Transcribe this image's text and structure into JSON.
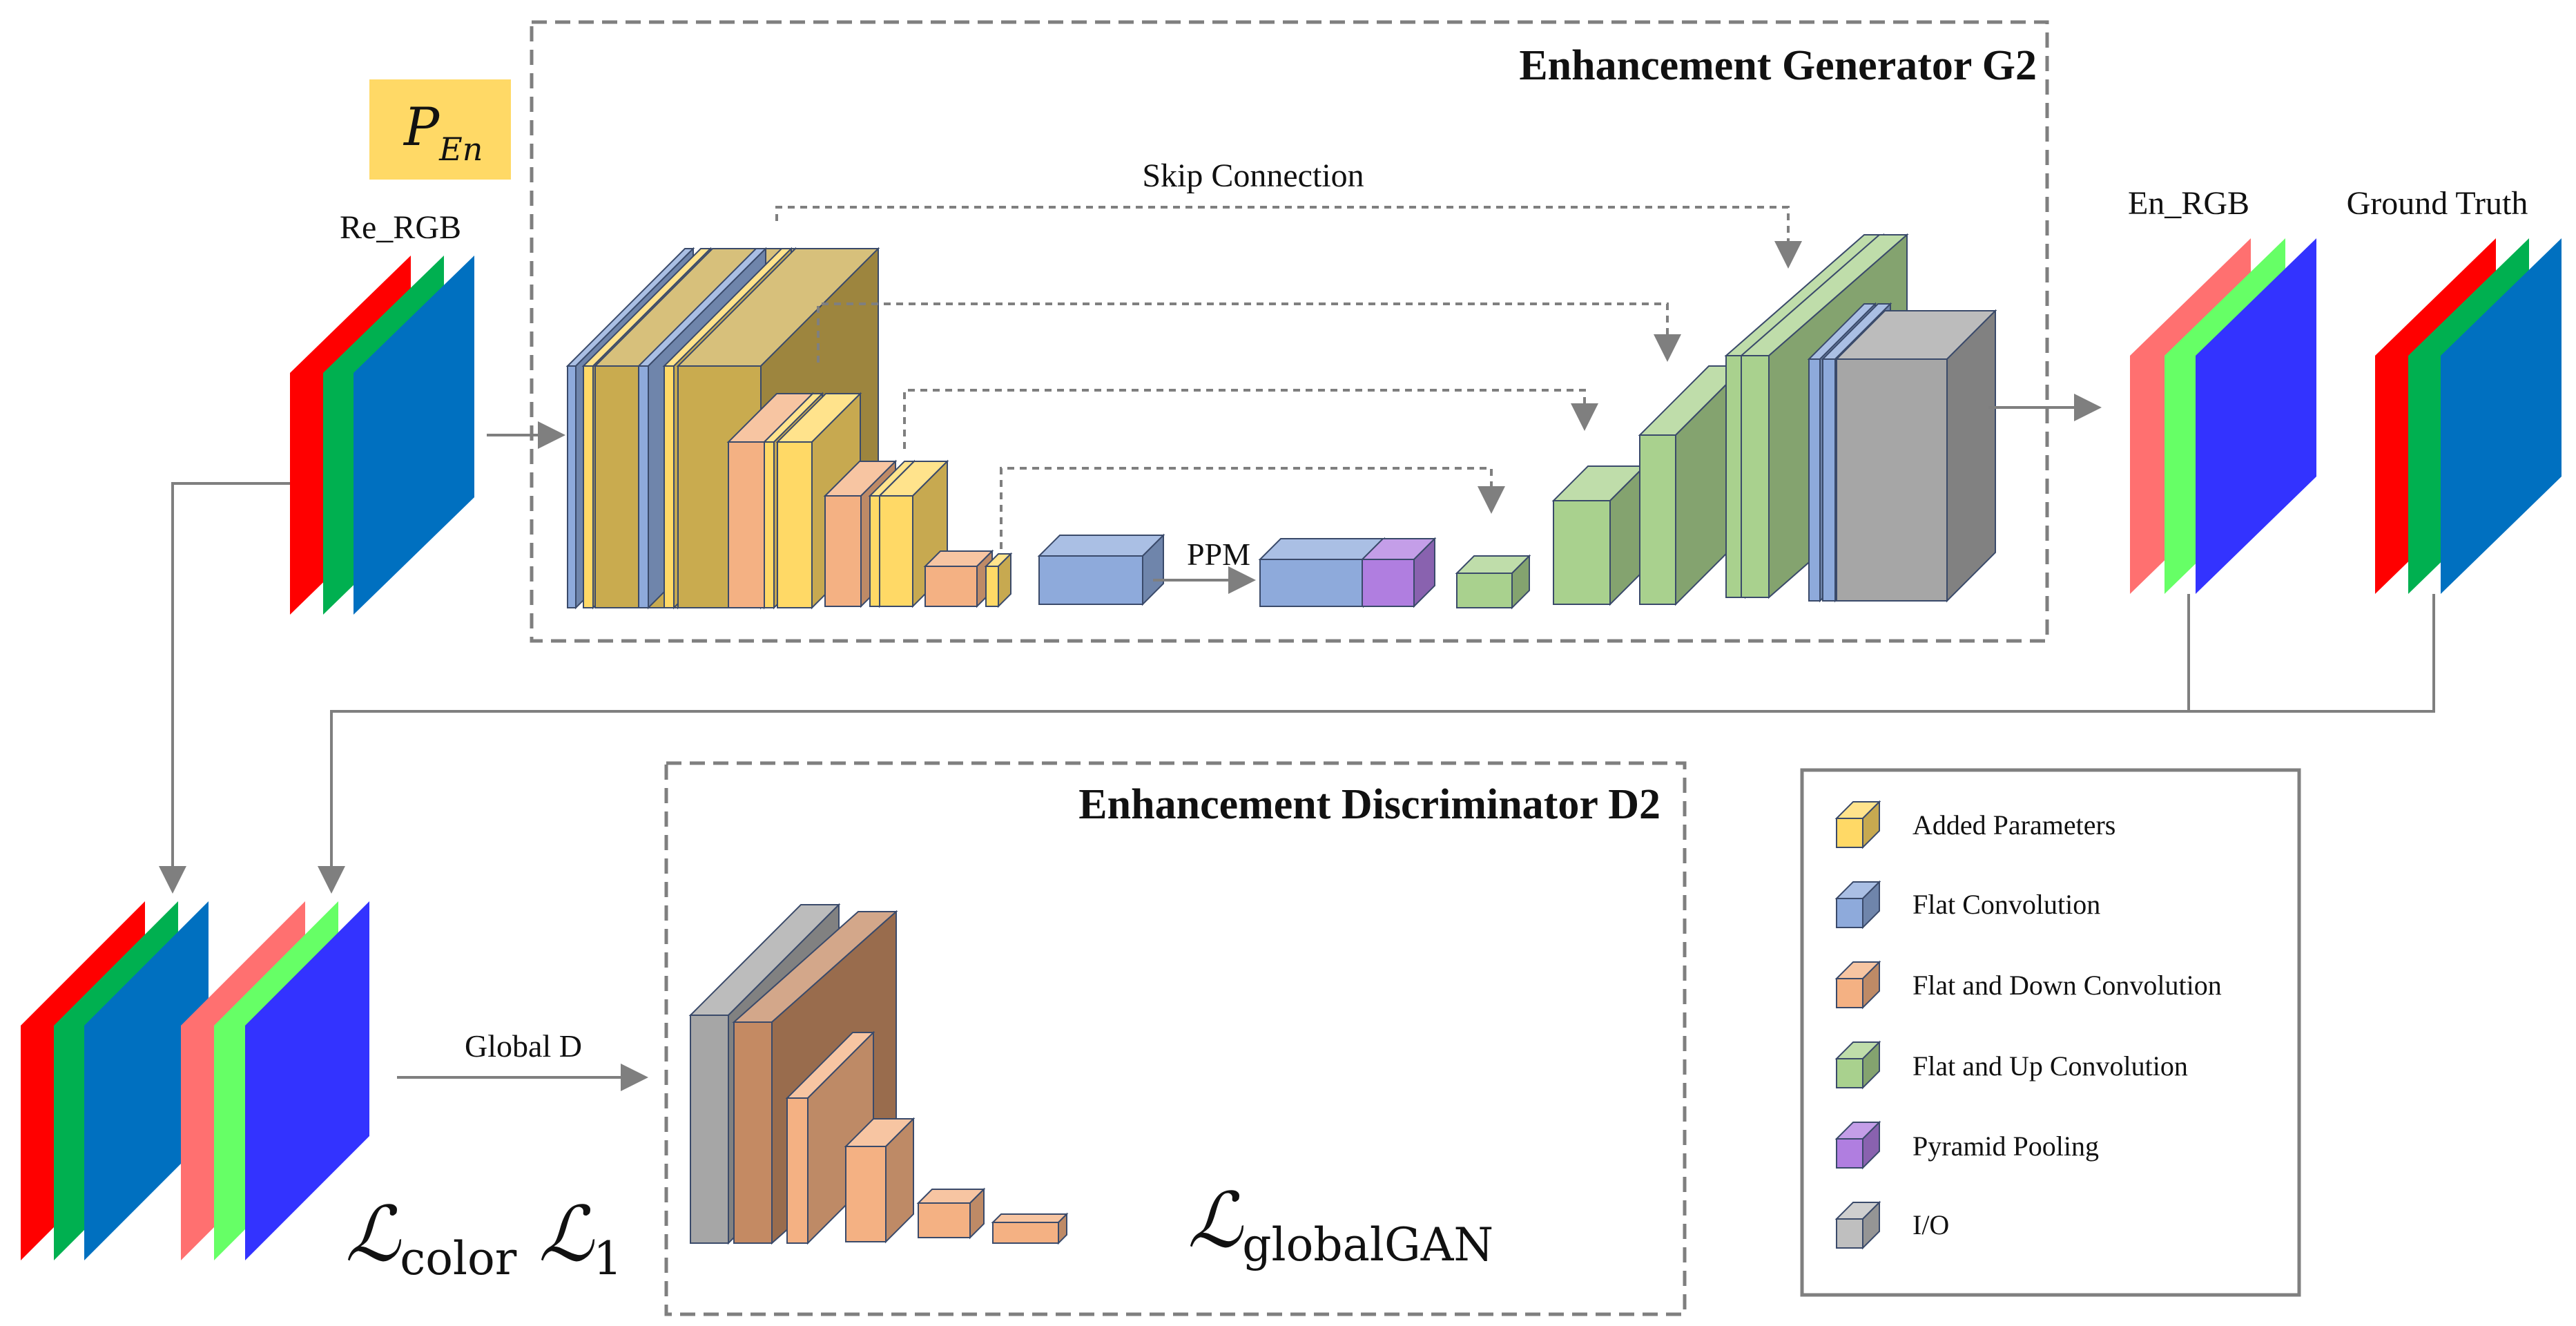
{
  "param_badge": {
    "symbol": "P",
    "subscript": "En"
  },
  "inputs": {
    "re_rgb_label": "Re_RGB",
    "en_rgb_label": "En_RGB",
    "ground_truth_label": "Ground Truth"
  },
  "generator": {
    "title": "Enhancement Generator G2",
    "skip_label": "Skip Connection",
    "ppm_label": "PPM"
  },
  "discriminator": {
    "title": "Enhancement Discriminator D2",
    "global_d_label": "Global D"
  },
  "losses": {
    "color": {
      "symbol": "ℒ",
      "subscript": "color"
    },
    "l1": {
      "symbol": "ℒ",
      "subscript": "1"
    },
    "global_gan": {
      "symbol": "ℒ",
      "subscript": "globalGAN"
    }
  },
  "legend": {
    "items": [
      {
        "label": "Added Parameters",
        "color": "#ffd966"
      },
      {
        "label": "Flat Convolution",
        "color": "#8eaadb"
      },
      {
        "label": "Flat and Down Convolution",
        "color": "#f4b183"
      },
      {
        "label": "Flat and Up Convolution",
        "color": "#a9d18e"
      },
      {
        "label": "Pyramid Pooling",
        "color": "#b07ee0"
      },
      {
        "label": "I/O",
        "color": "#bfbfbf"
      }
    ]
  },
  "colors": {
    "added": "#ffd966",
    "flat": "#8eaadb",
    "down": "#f4b183",
    "up": "#a9d18e",
    "pool": "#b07ee0",
    "io": "#a6a6a6",
    "generator_block": "#c9ab4f",
    "discriminator_block": "#c48a63",
    "red": "#ff0000",
    "green": "#00b050",
    "blue": "#0070c0",
    "light_red": "#ff7070",
    "light_green": "#66ff66",
    "bright_blue": "#3333ff",
    "badge": "#ffd966",
    "connector": "#7f7f7f"
  }
}
